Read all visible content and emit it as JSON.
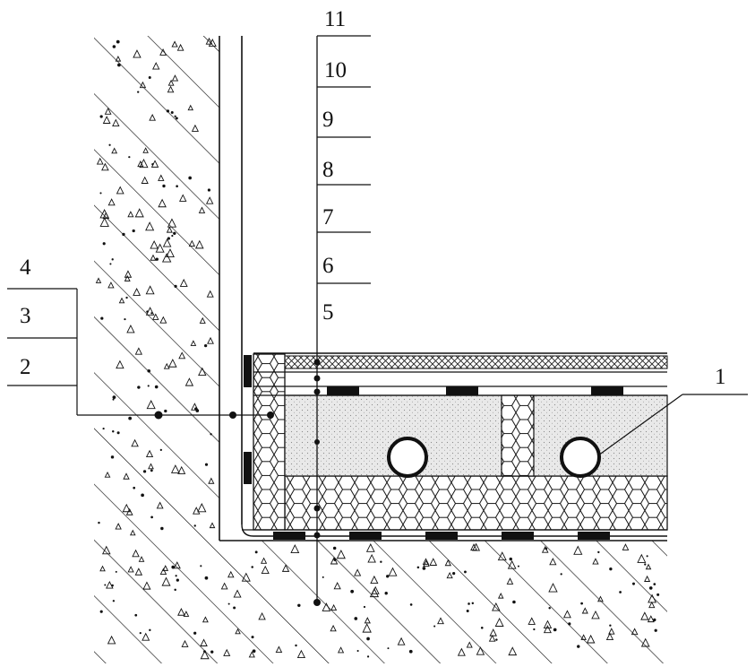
{
  "diagram": {
    "callouts_right": [
      {
        "id": "11",
        "label": "11"
      },
      {
        "id": "10",
        "label": "10"
      },
      {
        "id": "9",
        "label": "9"
      },
      {
        "id": "8",
        "label": "8"
      },
      {
        "id": "7",
        "label": "7"
      },
      {
        "id": "6",
        "label": "6"
      },
      {
        "id": "5",
        "label": "5"
      }
    ],
    "callouts_left": [
      {
        "id": "4",
        "label": "4"
      },
      {
        "id": "3",
        "label": "3"
      },
      {
        "id": "2",
        "label": "2"
      }
    ],
    "callout_pipe": {
      "id": "1",
      "label": "1"
    },
    "colors": {
      "ink": "#111111",
      "screed_fill": "#e6e6e6",
      "background": "#ffffff"
    }
  }
}
